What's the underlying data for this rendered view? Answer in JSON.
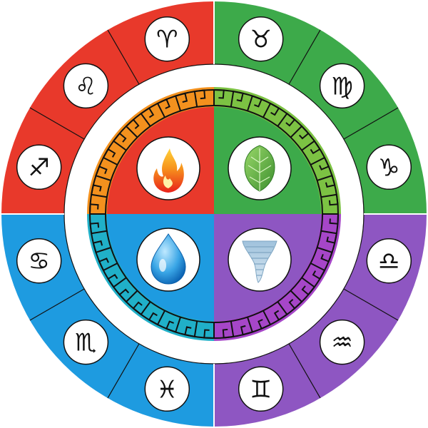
{
  "colors": {
    "fire": "#e8392b",
    "earth": "#3daa4a",
    "water": "#1e9be0",
    "air": "#8e56c2",
    "fire_inner": "#f3911e",
    "earth_inner": "#7cc243",
    "water_inner": "#20b0c8",
    "air_inner": "#a646c8",
    "meander": "#111111",
    "circle": "#ffffff"
  },
  "quadrants": [
    {
      "element": "fire",
      "icon": "flame-icon",
      "signs": [
        {
          "name": "aries",
          "glyph": "♈"
        },
        {
          "name": "leo",
          "glyph": "♌"
        },
        {
          "name": "sagittarius",
          "glyph": "♐"
        }
      ]
    },
    {
      "element": "earth",
      "icon": "leaf-icon",
      "signs": [
        {
          "name": "taurus",
          "glyph": "♉"
        },
        {
          "name": "virgo",
          "glyph": "♍"
        },
        {
          "name": "capricorn",
          "glyph": "♑"
        }
      ]
    },
    {
      "element": "air",
      "icon": "tornado-icon",
      "signs": [
        {
          "name": "libra",
          "glyph": "♎"
        },
        {
          "name": "aquarius",
          "glyph": "♒"
        },
        {
          "name": "gemini",
          "glyph": "♊"
        }
      ]
    },
    {
      "element": "water",
      "icon": "water-drop-icon",
      "signs": [
        {
          "name": "cancer",
          "glyph": "♋"
        },
        {
          "name": "scorpio",
          "glyph": "♏"
        },
        {
          "name": "pisces",
          "glyph": "♓"
        }
      ]
    }
  ]
}
